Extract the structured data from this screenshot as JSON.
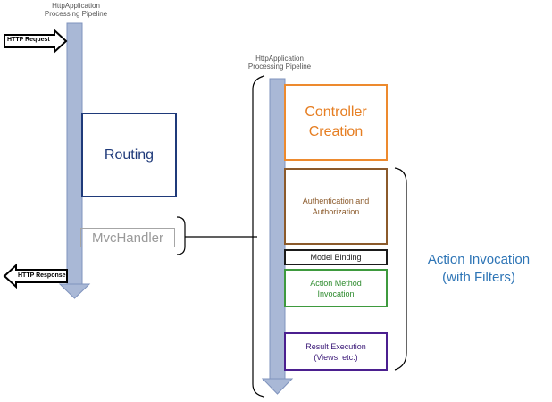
{
  "pipelines": {
    "left": {
      "label": "HttpApplication\nProcessing Pipeline"
    },
    "right": {
      "label": "HttpApplication\nProcessing Pipeline"
    }
  },
  "http": {
    "request": "HTTP Request",
    "response": "HTTP Response"
  },
  "boxes": {
    "routing": "Routing",
    "mvc_handler": "MvcHandler",
    "controller_creation": "Controller\nCreation",
    "auth": "Authentication and\nAuthorization",
    "model_binding": "Model Binding",
    "action_method": "Action Method\nInvocation",
    "result_execution": "Result Execution\n(Views, etc.)"
  },
  "action_invocation": "Action Invocation\n(with Filters)",
  "colors": {
    "pipeline_fill": "#a9b8d6",
    "pipeline_stroke": "#7f93bd",
    "routing": "#1f3a7a",
    "controller": "#ed8a2e",
    "action_label": "#2e75b6"
  }
}
